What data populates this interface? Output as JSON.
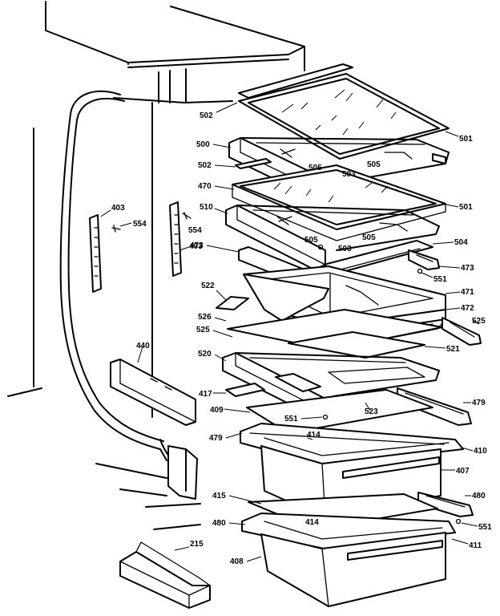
{
  "labels": {
    "l502a": "502",
    "l501a": "501",
    "l500": "500",
    "l505a": "505",
    "l503a": "503",
    "l505b": "505",
    "l502b": "502",
    "l470": "470",
    "l501b": "501",
    "l510": "510",
    "l505c": "505",
    "l505d": "505",
    "l503b": "503",
    "l504": "504",
    "l473a": "473",
    "l473b": "473",
    "l551a": "551",
    "l403a": "403",
    "l554a": "554",
    "l554b": "554",
    "l403b": "403",
    "l522": "522",
    "l471": "471",
    "l526": "526",
    "l472": "472",
    "l525a": "525",
    "l525b": "525",
    "l521": "521",
    "l520": "520",
    "l440": "440",
    "l417": "417",
    "l409": "409",
    "l479a": "479",
    "l551b": "551",
    "l523": "523",
    "l479b": "479",
    "l414a": "414",
    "l410": "410",
    "l407": "407",
    "l415": "415",
    "l480a": "480",
    "l480b": "480",
    "l414b": "414",
    "l551c": "551",
    "l411": "411",
    "l215": "215",
    "l408": "408"
  }
}
